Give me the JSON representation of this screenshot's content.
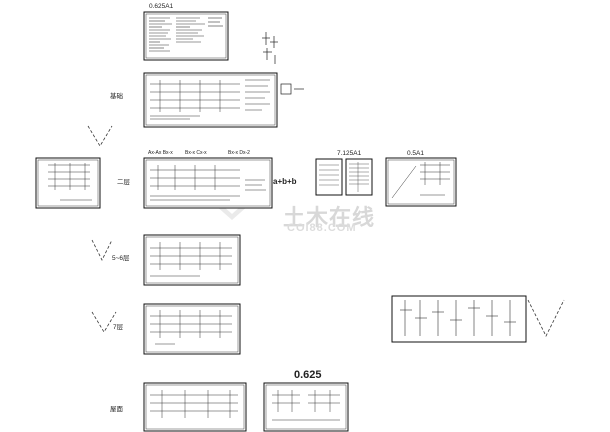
{
  "labels": {
    "top_scale": "0.625A1",
    "mid_scale_1": "7.125A1",
    "mid_scale_2": "0.5A1",
    "bottom_scale": "0.625",
    "combine": "a+b+b",
    "floor_1": "基础",
    "floor_2": "二层",
    "floor_3": "5~6层",
    "floor_4": "7层",
    "floor_5": "屋面",
    "col_a": "Ax-Ax Bx-x",
    "col_b": "Bx-x Cx-x",
    "col_c": "Bx-x Dx-2"
  },
  "watermark": {
    "text": "土木在线",
    "sub": "COI88.COM",
    "color": "#d0d0d0"
  }
}
